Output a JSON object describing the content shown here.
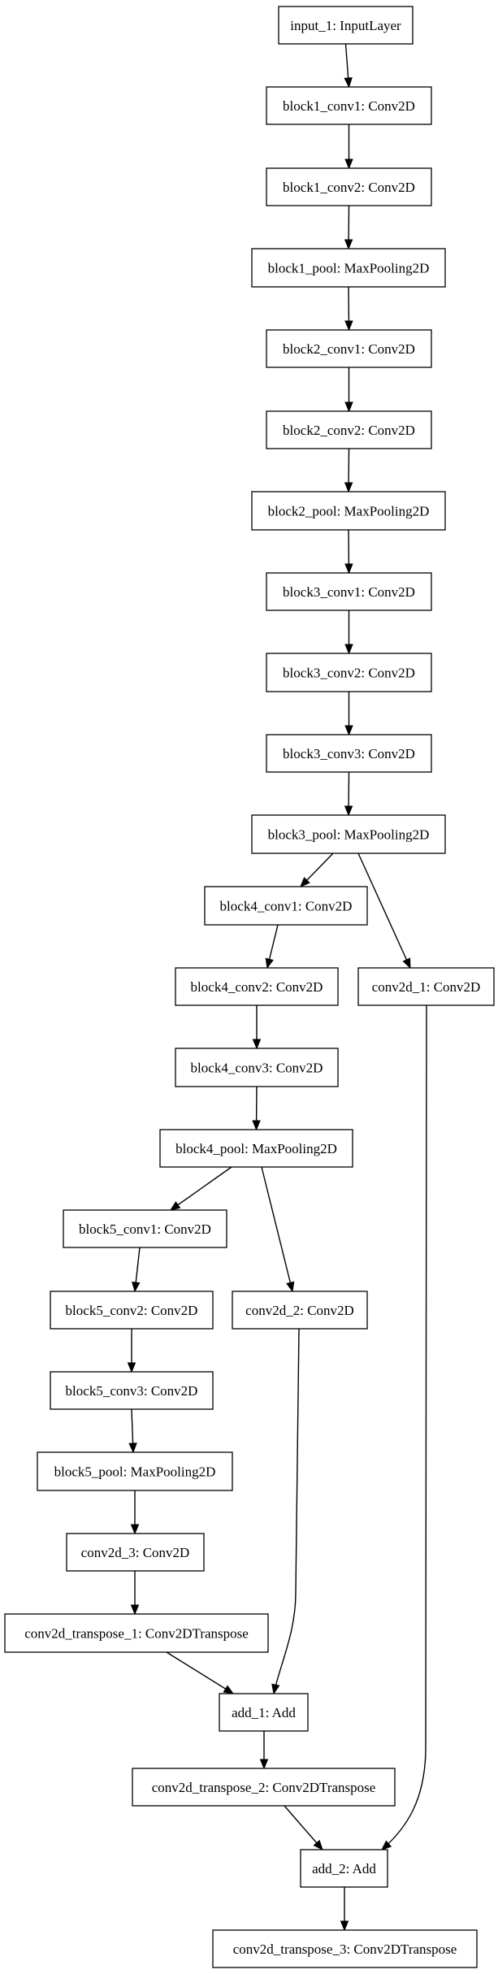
{
  "diagram": {
    "nodes": [
      {
        "id": "input_1",
        "label": "input_1: InputLayer"
      },
      {
        "id": "block1_conv1",
        "label": "block1_conv1: Conv2D"
      },
      {
        "id": "block1_conv2",
        "label": "block1_conv2: Conv2D"
      },
      {
        "id": "block1_pool",
        "label": "block1_pool: MaxPooling2D"
      },
      {
        "id": "block2_conv1",
        "label": "block2_conv1: Conv2D"
      },
      {
        "id": "block2_conv2",
        "label": "block2_conv2: Conv2D"
      },
      {
        "id": "block2_pool",
        "label": "block2_pool: MaxPooling2D"
      },
      {
        "id": "block3_conv1",
        "label": "block3_conv1: Conv2D"
      },
      {
        "id": "block3_conv2",
        "label": "block3_conv2: Conv2D"
      },
      {
        "id": "block3_conv3",
        "label": "block3_conv3: Conv2D"
      },
      {
        "id": "block3_pool",
        "label": "block3_pool: MaxPooling2D"
      },
      {
        "id": "block4_conv1",
        "label": "block4_conv1: Conv2D"
      },
      {
        "id": "block4_conv2",
        "label": "block4_conv2: Conv2D"
      },
      {
        "id": "conv2d_1",
        "label": "conv2d_1: Conv2D"
      },
      {
        "id": "block4_conv3",
        "label": "block4_conv3: Conv2D"
      },
      {
        "id": "block4_pool",
        "label": "block4_pool: MaxPooling2D"
      },
      {
        "id": "block5_conv1",
        "label": "block5_conv1: Conv2D"
      },
      {
        "id": "block5_conv2",
        "label": "block5_conv2: Conv2D"
      },
      {
        "id": "conv2d_2",
        "label": "conv2d_2: Conv2D"
      },
      {
        "id": "block5_conv3",
        "label": "block5_conv3: Conv2D"
      },
      {
        "id": "block5_pool",
        "label": "block5_pool: MaxPooling2D"
      },
      {
        "id": "conv2d_3",
        "label": "conv2d_3: Conv2D"
      },
      {
        "id": "conv2d_transpose_1",
        "label": "conv2d_transpose_1: Conv2DTranspose"
      },
      {
        "id": "add_1",
        "label": "add_1: Add"
      },
      {
        "id": "conv2d_transpose_2",
        "label": "conv2d_transpose_2: Conv2DTranspose"
      },
      {
        "id": "add_2",
        "label": "add_2: Add"
      },
      {
        "id": "conv2d_transpose_3",
        "label": "conv2d_transpose_3: Conv2DTranspose"
      }
    ],
    "edges": [
      {
        "from": "input_1",
        "to": "block1_conv1"
      },
      {
        "from": "block1_conv1",
        "to": "block1_conv2"
      },
      {
        "from": "block1_conv2",
        "to": "block1_pool"
      },
      {
        "from": "block1_pool",
        "to": "block2_conv1"
      },
      {
        "from": "block2_conv1",
        "to": "block2_conv2"
      },
      {
        "from": "block2_conv2",
        "to": "block2_pool"
      },
      {
        "from": "block2_pool",
        "to": "block3_conv1"
      },
      {
        "from": "block3_conv1",
        "to": "block3_conv2"
      },
      {
        "from": "block3_conv2",
        "to": "block3_conv3"
      },
      {
        "from": "block3_conv3",
        "to": "block3_pool"
      },
      {
        "from": "block3_pool",
        "to": "block4_conv1"
      },
      {
        "from": "block3_pool",
        "to": "conv2d_1"
      },
      {
        "from": "block4_conv1",
        "to": "block4_conv2"
      },
      {
        "from": "block4_conv2",
        "to": "block4_conv3"
      },
      {
        "from": "block4_conv3",
        "to": "block4_pool"
      },
      {
        "from": "block4_pool",
        "to": "block5_conv1"
      },
      {
        "from": "block4_pool",
        "to": "conv2d_2"
      },
      {
        "from": "block5_conv1",
        "to": "block5_conv2"
      },
      {
        "from": "block5_conv2",
        "to": "block5_conv3"
      },
      {
        "from": "block5_conv3",
        "to": "block5_pool"
      },
      {
        "from": "block5_pool",
        "to": "conv2d_3"
      },
      {
        "from": "conv2d_3",
        "to": "conv2d_transpose_1"
      },
      {
        "from": "conv2d_transpose_1",
        "to": "add_1"
      },
      {
        "from": "conv2d_2",
        "to": "add_1"
      },
      {
        "from": "add_1",
        "to": "conv2d_transpose_2"
      },
      {
        "from": "conv2d_transpose_2",
        "to": "add_2"
      },
      {
        "from": "conv2d_1",
        "to": "add_2"
      },
      {
        "from": "add_2",
        "to": "conv2d_transpose_3"
      }
    ]
  }
}
